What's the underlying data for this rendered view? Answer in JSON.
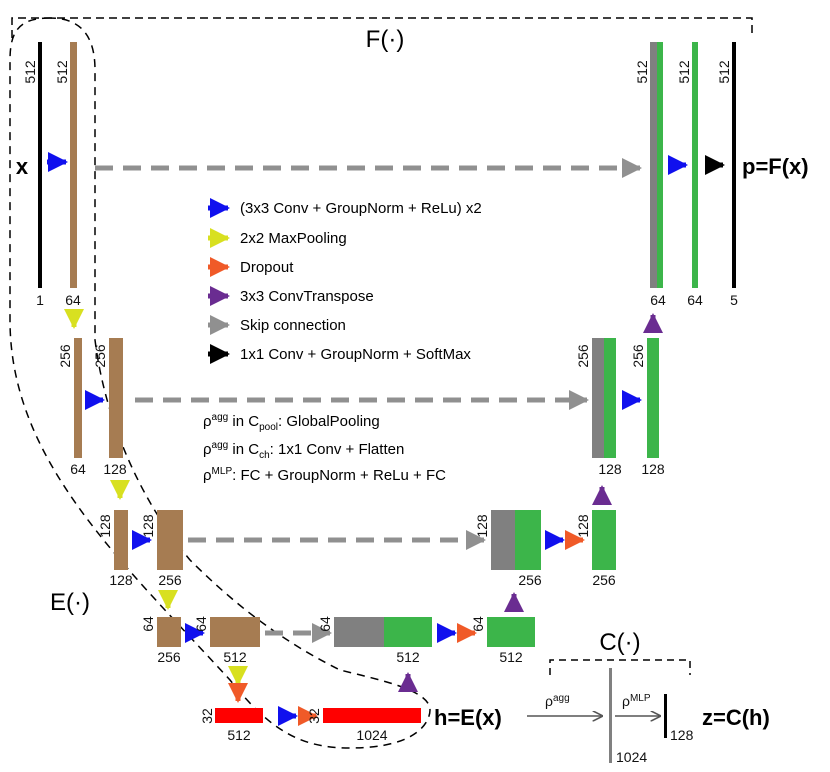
{
  "labels": {
    "F": "F(·)",
    "E": "E(·)",
    "C": "C(·)",
    "x": "x",
    "p": "p=F(x)",
    "h": "h=E(x)",
    "z": "z=C(h)",
    "rho_agg": "ρ",
    "rho_agg_sup": "agg",
    "rho_mlp": "ρ",
    "rho_mlp_sup": "MLP"
  },
  "legend": [
    {
      "label": "(3x3 Conv + GroupNorm + ReLu) x2",
      "color": "#1010ee"
    },
    {
      "label": "2x2 MaxPooling",
      "color": "#d8e020"
    },
    {
      "label": "Dropout",
      "color": "#f05a28"
    },
    {
      "label": "3x3 ConvTranspose",
      "color": "#6a2c91"
    },
    {
      "label": "Skip connection",
      "color": "#9a9a9a"
    },
    {
      "label": "1x1 Conv + GroupNorm + SoftMax",
      "color": "#000000"
    }
  ],
  "notes": {
    "pool_prefix": "ρ",
    "pool_sup": "agg",
    "pool_mid": " in C",
    "pool_sub": "pool",
    "pool_suffix": ": GlobalPooling",
    "ch_prefix": "ρ",
    "ch_sup": "agg",
    "ch_mid": " in C",
    "ch_sub": "ch",
    "ch_suffix": ": 1x1 Conv + Flatten",
    "mlp_prefix": "ρ",
    "mlp_sup": "MLP",
    "mlp_suffix": ": FC + GroupNorm + ReLu + FC"
  },
  "dims": {
    "in_h": "512",
    "in_c": "1",
    "e1_h": "512",
    "e1_c": "64",
    "e2a_h": "256",
    "e2a_c": "64",
    "e2b_h": "256",
    "e2b_c": "128",
    "e3a_h": "128",
    "e3a_c": "128",
    "e3b_h": "128",
    "e3b_c": "256",
    "e4a_h": "64",
    "e4a_c": "256",
    "e4b_h": "64",
    "e4b_c": "512",
    "b1_h": "32",
    "b1_c": "512",
    "b2_h": "32",
    "b2_c": "1024",
    "d4a_h": "64",
    "d4a_c": "512",
    "d4b_h": "64",
    "d4b_c": "512",
    "d3a_h": "128",
    "d3a_c": "256",
    "d3b_h": "128",
    "d3b_c": "256",
    "d2a_h": "256",
    "d2a_c": "128",
    "d2b_h": "256",
    "d2b_c": "128",
    "d1a_h": "512",
    "d1a_c": "64",
    "d1b_h": "512",
    "d1b_c": "64",
    "out_h": "512",
    "out_c": "5",
    "h_c": "1024",
    "z_c": "128"
  },
  "colors": {
    "encoder": "#a67c52",
    "decoder": "#3cb54a",
    "skip_block": "#808080",
    "bottleneck": "#ff0000",
    "line": "#000000"
  }
}
